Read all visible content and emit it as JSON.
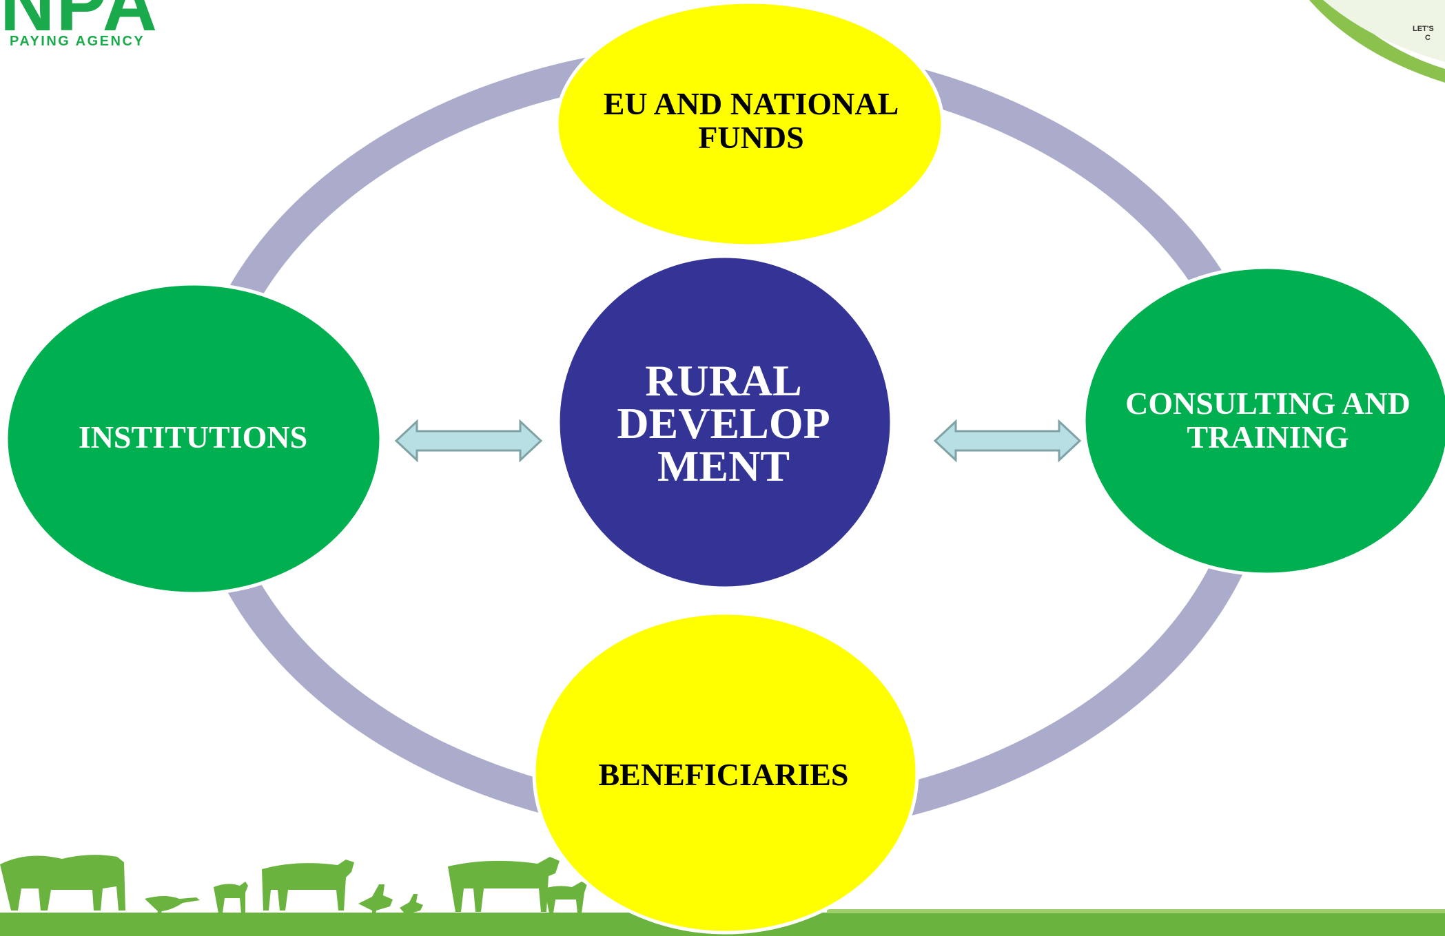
{
  "header": {
    "logo_text": "NPA",
    "logo_subtitle": "PAYING AGENCY",
    "corner_text_line1": "LET'S",
    "corner_text_line2": "C"
  },
  "diagram": {
    "center": {
      "label": "RURAL DEVELOP MENT",
      "color": "#343496"
    },
    "top": {
      "label": "EU AND NATIONAL FUNDS",
      "color": "#ffff00"
    },
    "left": {
      "label": "INSTITUTIONS",
      "color": "#00b050"
    },
    "right": {
      "label": "CONSULTING AND TRAINING",
      "color": "#00b050"
    },
    "bottom": {
      "label": "BENEFICIARIES",
      "color": "#ffff00"
    },
    "ring_color": "#abaccb",
    "arrow_color": "#b8e0e4"
  },
  "colors": {
    "brand_green": "#1aaa4b",
    "footer_green": "#6bb33f"
  }
}
